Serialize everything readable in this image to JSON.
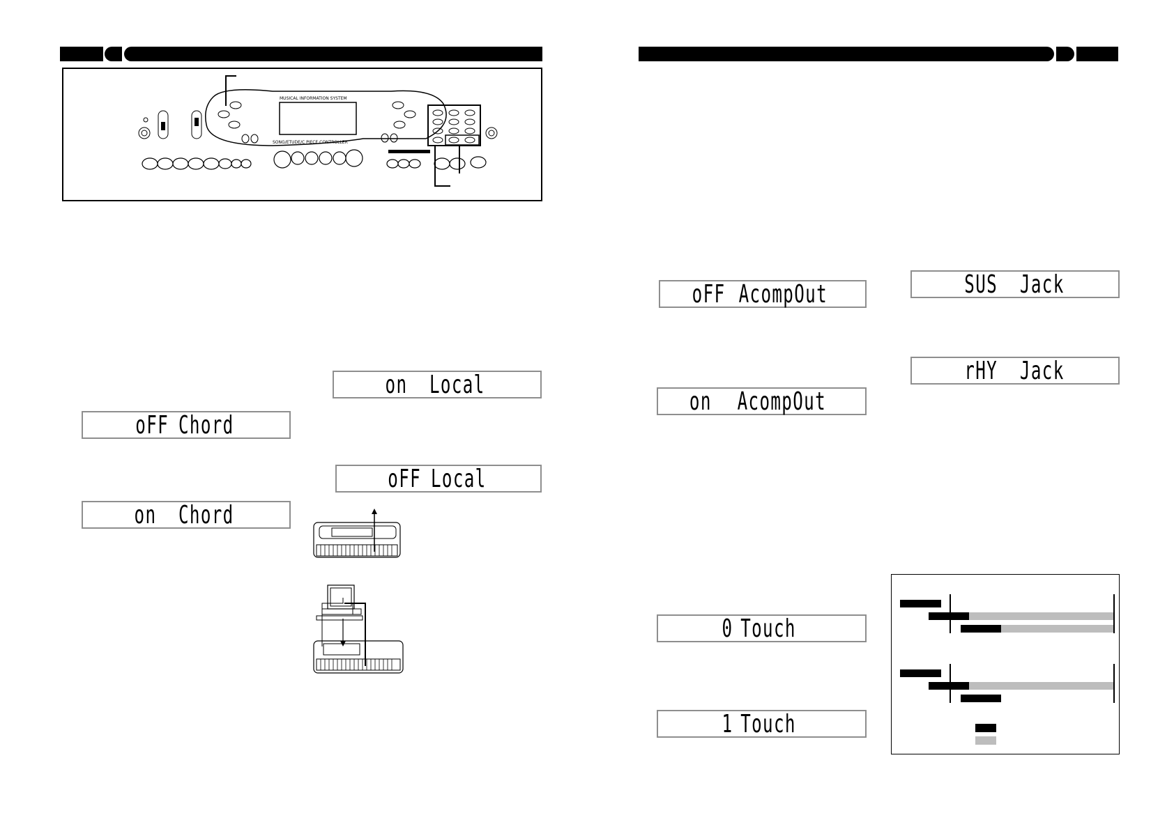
{
  "left_page": {
    "header_bar": "left-header",
    "panel_illustration": {
      "top_label": "MUSICAL INFORMATION SYSTEM",
      "bottom_label": "SONG/ETUDE/C PIECE CONTROLLER"
    },
    "displays": {
      "local_on": {
        "state": "on",
        "text": "Local"
      },
      "chord_off": {
        "state": "oFF",
        "text": "Chord"
      },
      "local_off": {
        "state": "oFF",
        "text": "Local"
      },
      "chord_on": {
        "state": "on",
        "text": "Chord"
      }
    }
  },
  "right_page": {
    "displays": {
      "acomp_off": {
        "state": "oFF",
        "text": "AcompOut"
      },
      "sus_jack": {
        "state": "SUS",
        "text": "Jack"
      },
      "acomp_on": {
        "state": "on",
        "text": "AcompOut"
      },
      "rhy_jack": {
        "state": "rHY",
        "text": "Jack"
      },
      "touch_0": {
        "state": "0",
        "text": "Touch"
      },
      "touch_1": {
        "state": "1",
        "text": "Touch"
      }
    },
    "timing_chart": {
      "legend_colors": {
        "note_on": "#000000",
        "sustain": "#bdbdbd"
      }
    }
  }
}
